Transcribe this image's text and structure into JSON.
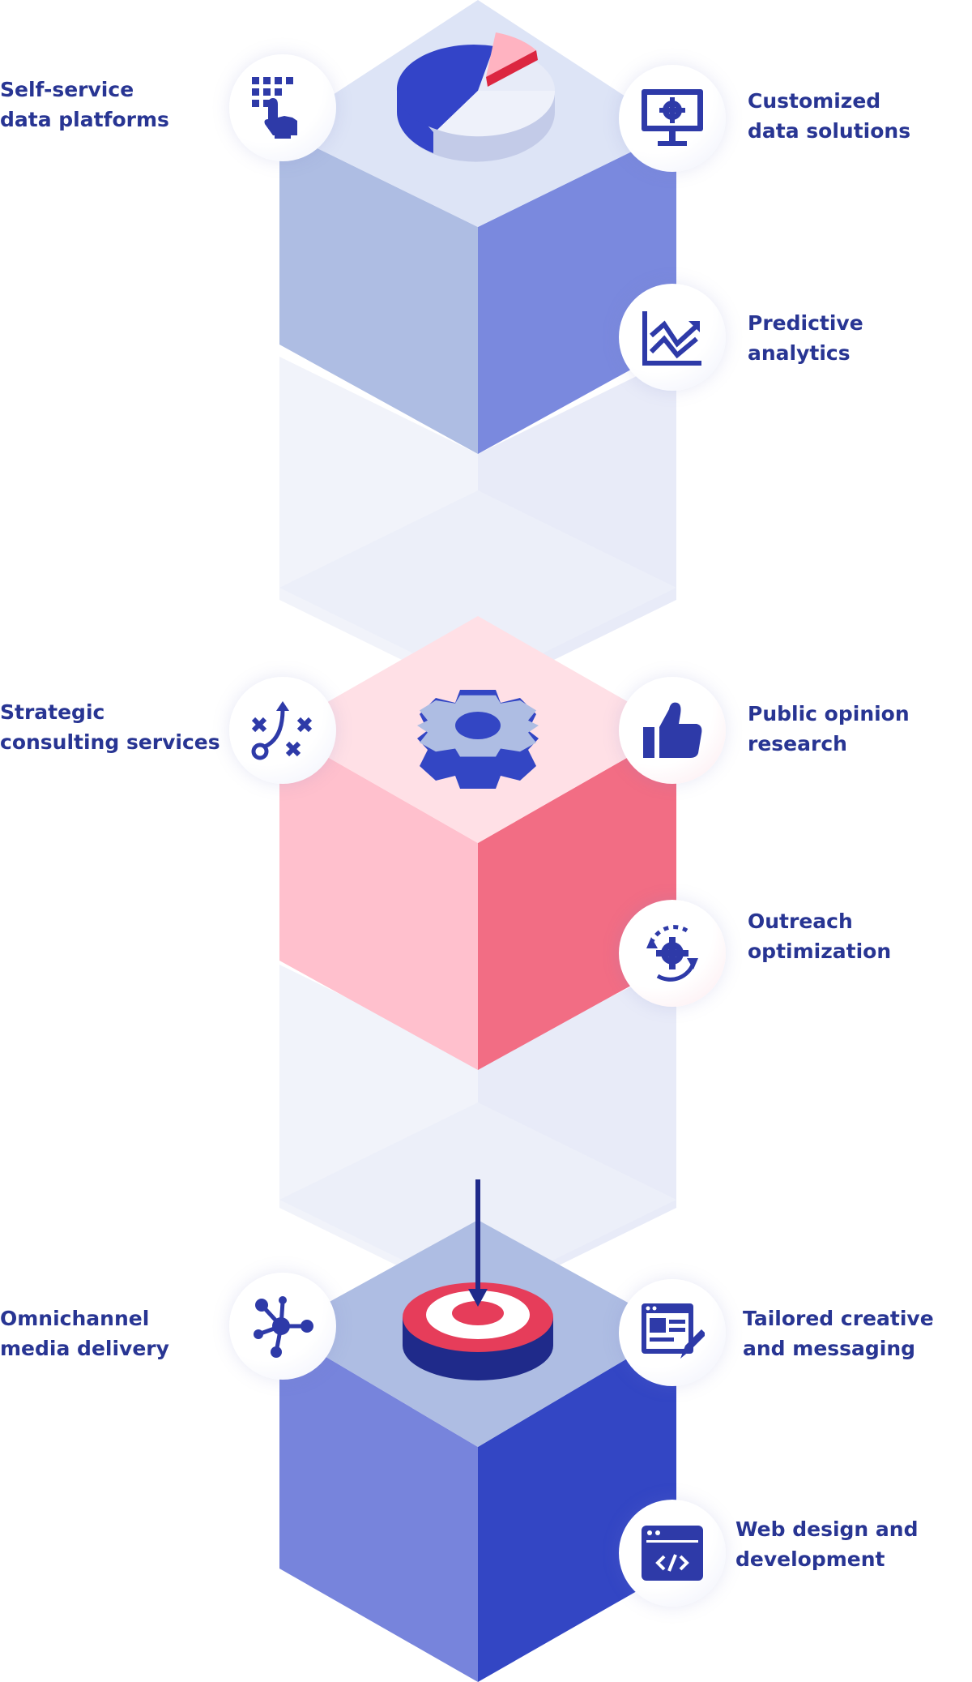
{
  "colors": {
    "ink": "#283593",
    "icon": "#2e3aa8",
    "accent_red": "#e63d5a",
    "blue_light_top": "#dde4f6",
    "blue_left": "#aebde3",
    "blue_right": "#7a89de",
    "pink_top": "#ffe0e6",
    "pink_left": "#ffc0cd",
    "pink_right": "#f26d84",
    "dark_left": "#7784dc",
    "dark_right": "#3346c4"
  },
  "services": {
    "self_service": {
      "label": "Self-service\ndata platforms",
      "icon": "touch-grid-icon"
    },
    "customized": {
      "label": "Customized\ndata solutions",
      "icon": "monitor-gear-icon"
    },
    "predictive": {
      "label": "Predictive\nanalytics",
      "icon": "line-chart-icon"
    },
    "strategic": {
      "label": "Strategic\nconsulting services",
      "icon": "strategy-play-icon"
    },
    "public_opinion": {
      "label": "Public opinion\nresearch",
      "icon": "thumbs-up-icon"
    },
    "outreach": {
      "label": "Outreach\noptimization",
      "icon": "cycle-gear-icon"
    },
    "omnichannel": {
      "label": "Omnichannel\nmedia delivery",
      "icon": "network-nodes-icon"
    },
    "tailored": {
      "label": "Tailored creative\nand messaging",
      "icon": "edit-document-icon"
    },
    "web_design": {
      "label": "Web design and\ndevelopment",
      "icon": "code-window-icon"
    }
  }
}
